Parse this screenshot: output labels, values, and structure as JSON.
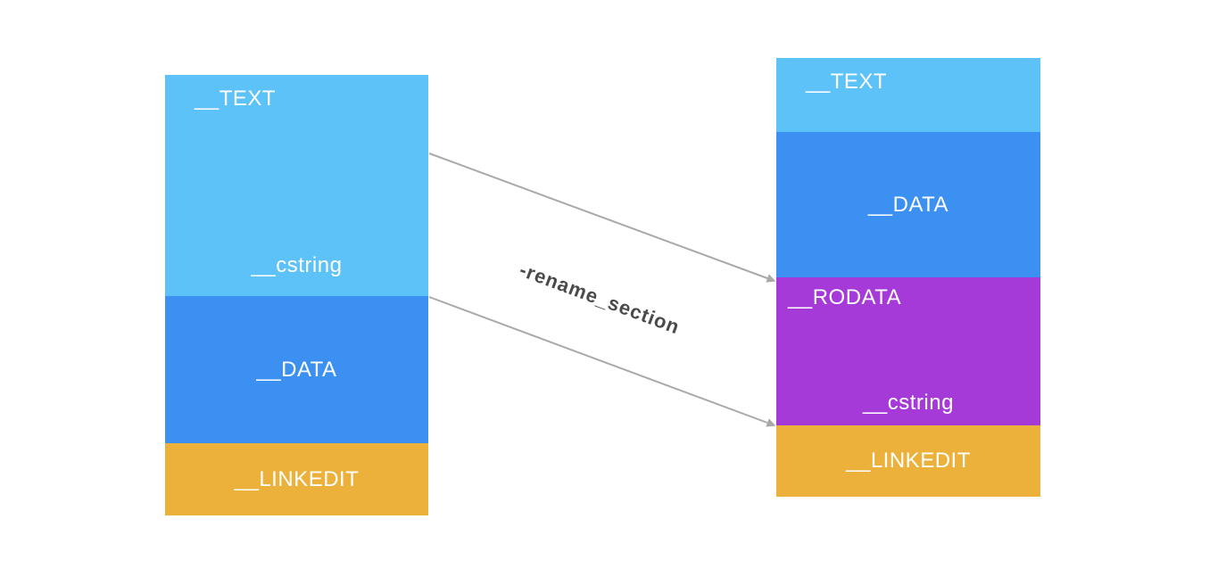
{
  "left_stack": {
    "segments": [
      {
        "label": "__TEXT",
        "sublabel": "__cstring",
        "color": "#5dc2f7"
      },
      {
        "label": "__DATA",
        "color": "#3b90f1"
      },
      {
        "label": "__LINKEDIT",
        "color": "#ecb13b"
      }
    ]
  },
  "right_stack": {
    "segments": [
      {
        "label": "__TEXT",
        "color": "#5dc2f7"
      },
      {
        "label": "__DATA",
        "color": "#3b90f1"
      },
      {
        "label": "__RODATA",
        "sublabel": "__cstring",
        "color": "#a63ad9"
      },
      {
        "label": "__LINKEDIT",
        "color": "#ecb13b"
      }
    ]
  },
  "arrows": {
    "label": "-rename_section",
    "line_color": "#a9a9a9",
    "label_color": "#4a4a4a"
  }
}
